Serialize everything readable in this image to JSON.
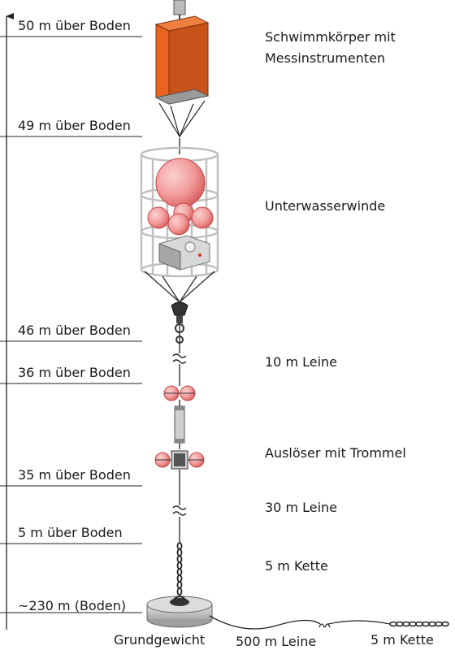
{
  "height_markers": [
    {
      "label": "50 m über Boden"
    },
    {
      "label": "49 m über Boden"
    },
    {
      "label": "46 m über Boden"
    },
    {
      "label": "36 m über Boden"
    },
    {
      "label": "35 m über Boden"
    },
    {
      "label": "5 m über Boden"
    },
    {
      "label": "~230 m (Boden)"
    }
  ],
  "components": {
    "float_line1": "Schwimmkörper mit",
    "float_line2": "Messinstrumenten",
    "winch": "Unterwasserwinde",
    "rope_10": "10 m Leine",
    "release": "Auslöser mit Trommel",
    "rope_30": "30 m Leine",
    "chain_5": "5 m Kette"
  },
  "bottom": {
    "weight": "Grundgewicht",
    "rope_500": "500 m Leine",
    "chain_5": "5 m Kette"
  },
  "colors": {
    "float": "#e8641f",
    "float_dark": "#b8461a",
    "buoy": "#f4a0a0",
    "buoy_dark": "#e26a6a",
    "frame": "#d9d9d9",
    "line": "#222222"
  }
}
